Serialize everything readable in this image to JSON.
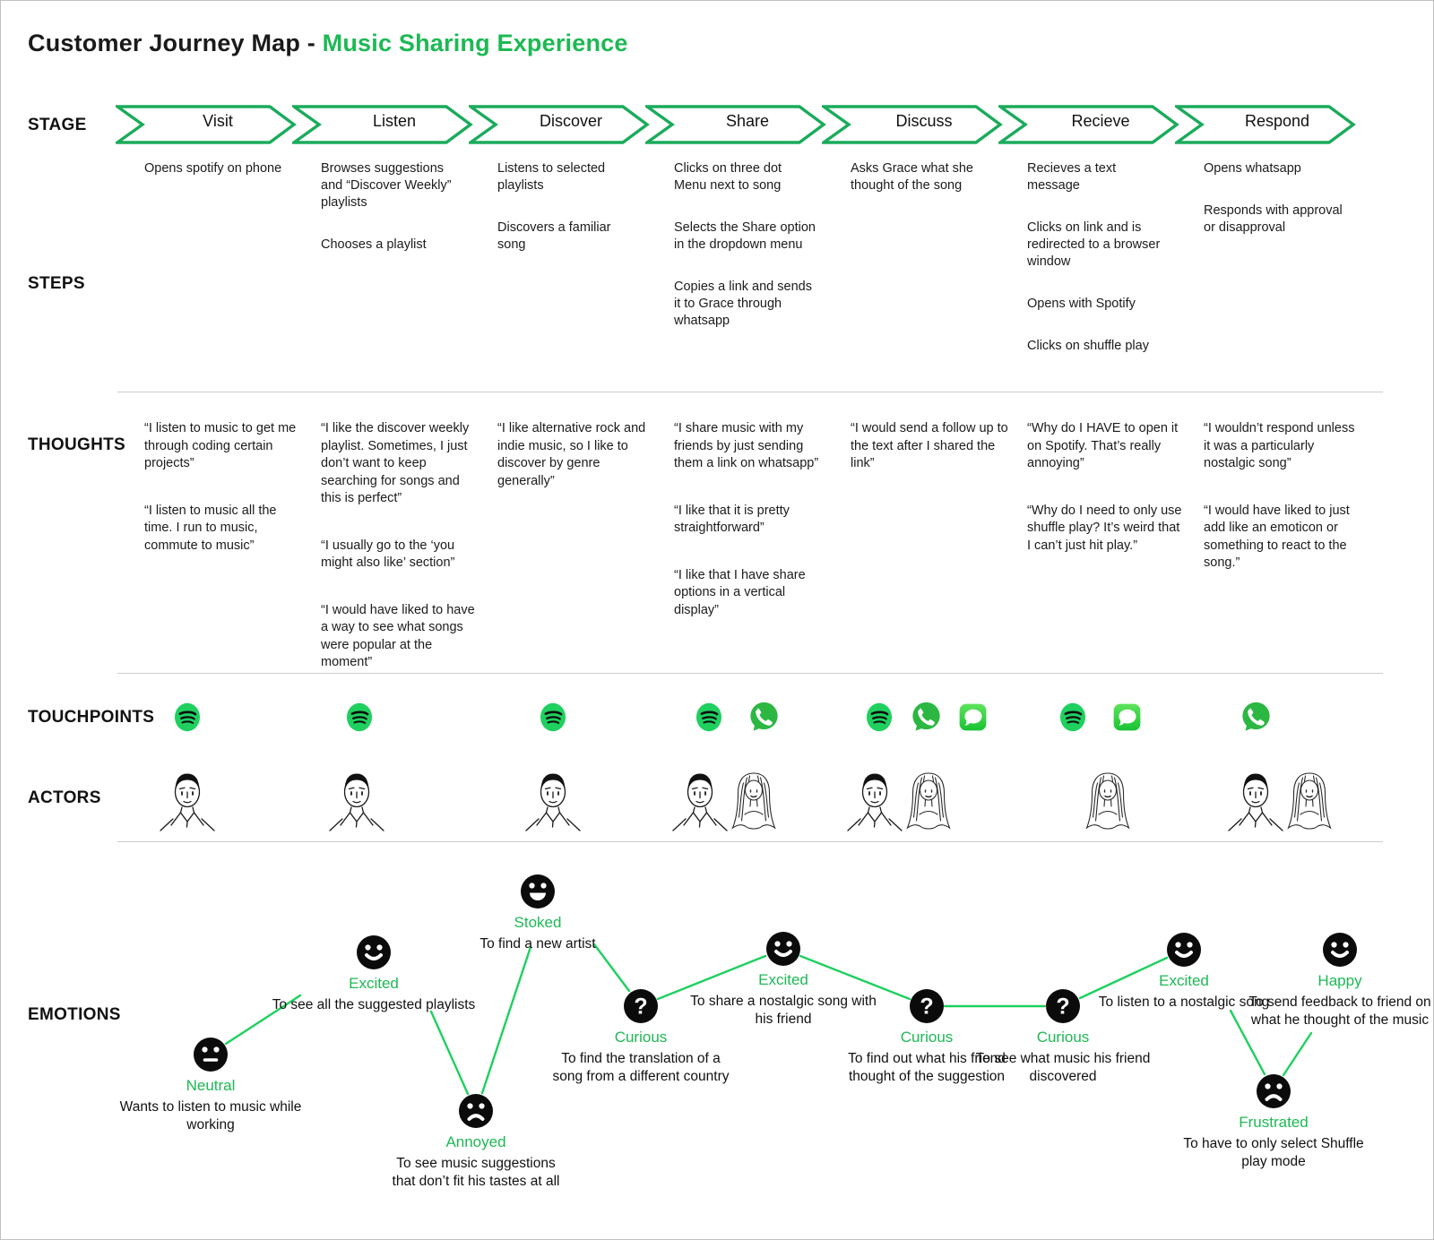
{
  "title": {
    "prefix": "Customer Journey Map - ",
    "highlight": "Music Sharing Experience"
  },
  "colors": {
    "brand_green": "#1db954",
    "chevron_border_green": "#1aab5b",
    "emotion_line_green": "#1fd05f",
    "spotify_green": "#1fd05f",
    "whatsapp_green": "#2cb742",
    "imessage_green": "#30d158",
    "text_black": "#1a1a1a",
    "divider_gray": "#cdcdcd"
  },
  "row_labels": {
    "stage": "STAGE",
    "steps": "STEPS",
    "thoughts": "THOUGHTS",
    "touchpoints": "TOUCHPOINTS",
    "actors": "ACTORS",
    "emotions": "EMOTIONS"
  },
  "stages": [
    {
      "label": "Visit",
      "steps": [
        "Opens spotify on phone"
      ],
      "thoughts": [
        "“I listen to music to get me through coding certain projects”",
        "“I listen to music all the time. I run to music, commute to music”"
      ],
      "touchpoints": [
        "spotify-icon"
      ],
      "actors": [
        "man"
      ]
    },
    {
      "label": "Listen",
      "steps": [
        "Browses suggestions and “Discover Weekly” playlists",
        "Chooses a playlist"
      ],
      "thoughts": [
        "“I like the discover weekly playlist. Sometimes, I just don’t want to keep searching for songs and this is perfect”",
        "“I usually go to the ‘you might also like’ section”",
        "“I would have liked to have a way to see what songs were popular at the moment”"
      ],
      "touchpoints": [
        "spotify-icon"
      ],
      "actors": [
        "man"
      ]
    },
    {
      "label": "Discover",
      "steps": [
        "Listens to selected playlists",
        "Discovers a familiar song"
      ],
      "thoughts": [
        "“I like alternative rock and indie music, so I like to discover by genre generally”"
      ],
      "touchpoints": [
        "spotify-icon"
      ],
      "actors": [
        "man"
      ]
    },
    {
      "label": "Share",
      "steps": [
        "Clicks on three dot Menu next to song",
        "Selects the Share option in the dropdown menu",
        "Copies a link and sends it to Grace through whatsapp"
      ],
      "thoughts": [
        "“I share music with my friends by just sending them a link on whatsapp”",
        "“I like that it is pretty straightforward”",
        "“I like that I have share options in a vertical display”"
      ],
      "touchpoints": [
        "spotify-icon",
        "whatsapp-icon"
      ],
      "actors": [
        "man",
        "woman"
      ]
    },
    {
      "label": "Discuss",
      "steps": [
        "Asks Grace what she thought of the song"
      ],
      "thoughts": [
        "“I would send a follow up to the text after I shared the link”"
      ],
      "touchpoints": [
        "spotify-icon",
        "whatsapp-icon",
        "imessage-icon"
      ],
      "actors": [
        "man",
        "woman"
      ]
    },
    {
      "label": "Recieve",
      "steps": [
        "Recieves a text message",
        "Clicks on link and is redirected to a browser window",
        "Opens with Spotify",
        "Clicks on shuffle play"
      ],
      "thoughts": [
        "“Why do I HAVE to open it on Spotify. That’s really annoying”",
        "“Why do I need to only use shuffle play? It’s weird that I can’t just hit play.”"
      ],
      "touchpoints": [
        "spotify-icon",
        "imessage-icon"
      ],
      "actors": [
        "woman"
      ]
    },
    {
      "label": "Respond",
      "steps": [
        "Opens whatsapp",
        "Responds with approval or disapproval"
      ],
      "thoughts": [
        "“I wouldn’t respond unless it was a particularly nostalgic song”",
        "“I would have liked to just add like an emoticon or something to react to the song.”"
      ],
      "touchpoints": [
        "whatsapp-icon"
      ],
      "actors": [
        "man",
        "woman"
      ]
    }
  ],
  "emotions": [
    {
      "label": "Neutral",
      "face": "neutral-face",
      "desc": "Wants to listen to music while working"
    },
    {
      "label": "Excited",
      "face": "smile-face",
      "desc": "To see all the suggested playlists"
    },
    {
      "label": "Annoyed",
      "face": "frown-face",
      "desc": "To see music suggestions that don’t fit his tastes at all"
    },
    {
      "label": "Stoked",
      "face": "bigsmile-face",
      "desc": "To find a new artist"
    },
    {
      "label": "Curious",
      "face": "question-face",
      "desc": "To find the translation of a song from a different country"
    },
    {
      "label": "Excited",
      "face": "smile-face",
      "desc": "To share a nostalgic song with his friend"
    },
    {
      "label": "Curious",
      "face": "question-face",
      "desc": "To find out what his friend thought of the suggestion"
    },
    {
      "label": "Curious",
      "face": "question-face",
      "desc": "To see what music his friend discovered"
    },
    {
      "label": "Excited",
      "face": "smile-face",
      "desc": "To listen to a nostalgic song"
    },
    {
      "label": "Frustrated",
      "face": "frown-face",
      "desc": "To have to only select Shuffle play mode"
    },
    {
      "label": "Happy",
      "face": "smile-face",
      "desc": "To send feedback to friend on what he thought of the music"
    }
  ]
}
